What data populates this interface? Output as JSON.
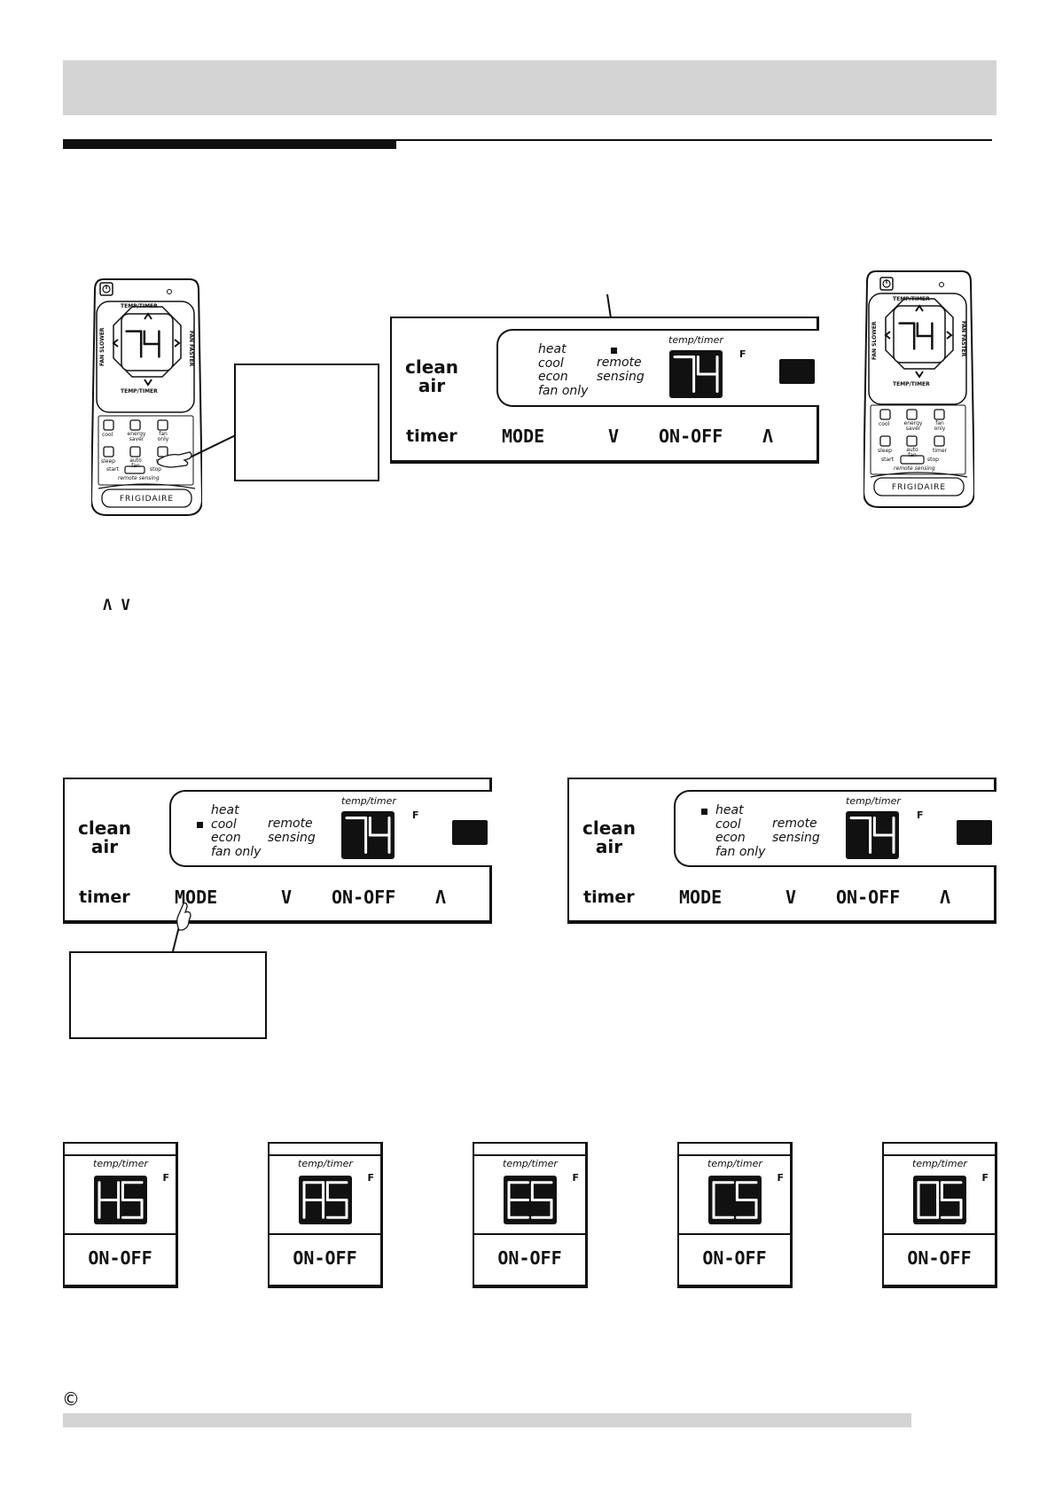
{
  "panel": {
    "clean": "clean",
    "air": "air",
    "modes": [
      "heat",
      "cool",
      "econ",
      "fan only"
    ],
    "remote_line1": "remote",
    "remote_line2": "sensing",
    "temp_timer": "temp/timer",
    "unit": "F",
    "display_value": "74",
    "timer": "timer",
    "mode": "MODE",
    "down": "V",
    "on_off": "ON-OFF",
    "up": "Λ"
  },
  "remote": {
    "brand": "FRIGIDAIRE",
    "temp_timer": "TEMP/TIMER",
    "fan_slower": "FAN SLOWER",
    "fan_faster": "FAN FASTER",
    "display_value": "74",
    "buttons": [
      "cool",
      "energy saver",
      "fan only",
      "sleep",
      "auto fan",
      "timer"
    ],
    "start": "start",
    "stop": "stop",
    "remote_sensing": "remote sensing"
  },
  "arrows_text": "Λ V",
  "codes": [
    {
      "code": "HS",
      "temp_timer": "temp/timer",
      "unit": "F",
      "on_off": "ON-OFF"
    },
    {
      "code": "AS",
      "temp_timer": "temp/timer",
      "unit": "F",
      "on_off": "ON-OFF"
    },
    {
      "code": "ES",
      "temp_timer": "temp/timer",
      "unit": "F",
      "on_off": "ON-OFF"
    },
    {
      "code": "CS",
      "temp_timer": "temp/timer",
      "unit": "F",
      "on_off": "ON-OFF"
    },
    {
      "code": "OS",
      "temp_timer": "temp/timer",
      "unit": "F",
      "on_off": "ON-OFF"
    }
  ],
  "copyright": "©"
}
